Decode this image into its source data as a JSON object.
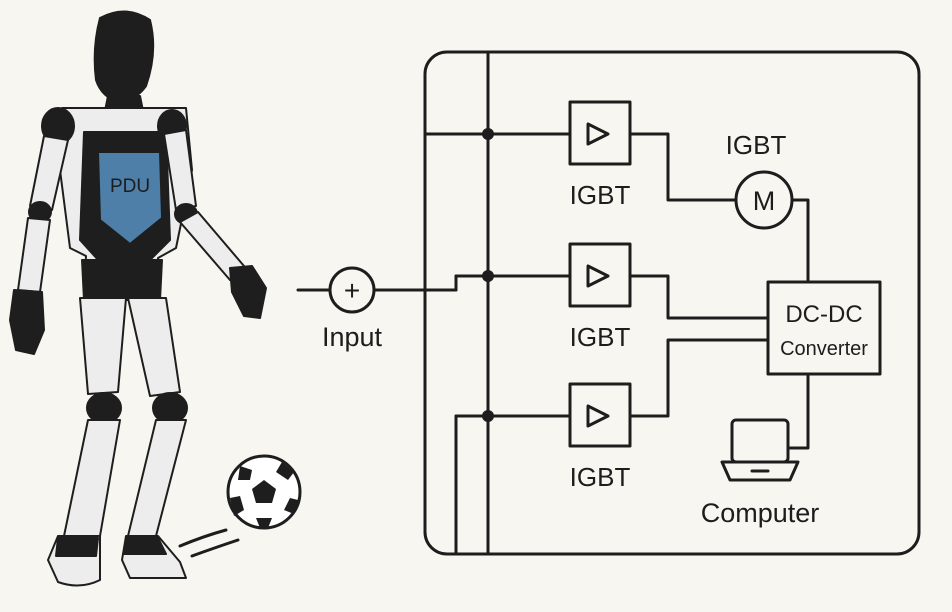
{
  "robot": {
    "chest_label": "PDU",
    "colors": {
      "shell": "#ededed",
      "joint": "#1e1e1e",
      "panel": "#4d7fa8"
    }
  },
  "circuit": {
    "input": {
      "symbol": "+",
      "label": "Input"
    },
    "amplifiers": [
      {
        "label": "IGBT"
      },
      {
        "label": "IGBT"
      },
      {
        "label": "IGBT"
      }
    ],
    "motor": {
      "symbol": "M",
      "label": "IGBT"
    },
    "converter": {
      "line1": "DC-DC",
      "line2": "Converter"
    },
    "computer": {
      "label": "Computer"
    }
  }
}
